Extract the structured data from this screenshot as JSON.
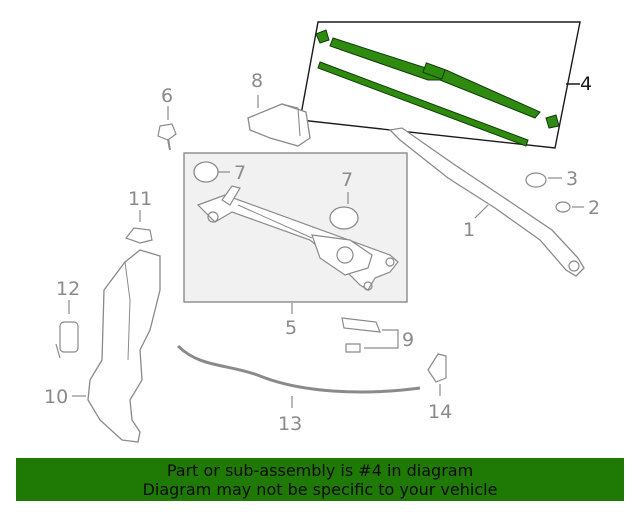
{
  "callouts": {
    "c1": "1",
    "c2": "2",
    "c3": "3",
    "c4": "4",
    "c5": "5",
    "c6": "6",
    "c7a": "7",
    "c7b": "7",
    "c8": "8",
    "c9": "9",
    "c10": "10",
    "c11": "11",
    "c12": "12",
    "c13": "13",
    "c14": "14"
  },
  "banner": {
    "line1": "Part or sub-assembly is #4 in diagram",
    "line2": "Diagram may not be specific to your vehicle"
  },
  "colors": {
    "highlight": "#2e8b10",
    "banner_bg": "#1f7a05",
    "parts_gray": "#8a8a8a"
  }
}
